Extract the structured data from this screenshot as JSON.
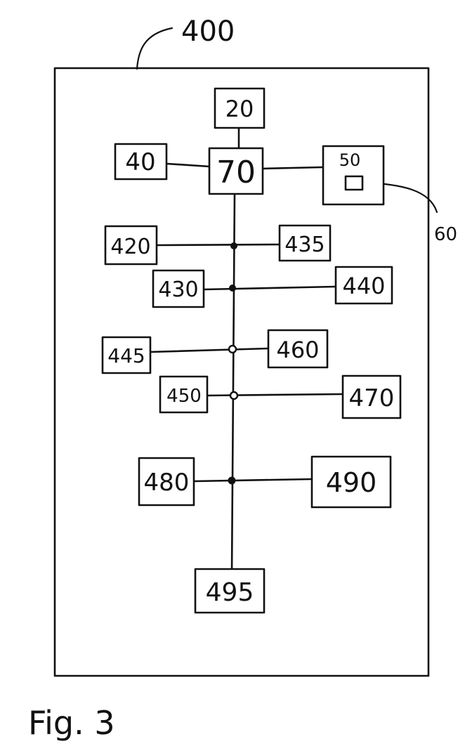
{
  "diagram": {
    "reference": "400",
    "caption": "Fig. 3",
    "blocks": {
      "b20": "20",
      "b40": "40",
      "b70": "70",
      "b50": "50",
      "b60": "60",
      "b420": "420",
      "b435": "435",
      "b430": "430",
      "b440": "440",
      "b445": "445",
      "b460": "460",
      "b450": "450",
      "b470": "470",
      "b480": "480",
      "b490": "490",
      "b495": "495"
    }
  }
}
